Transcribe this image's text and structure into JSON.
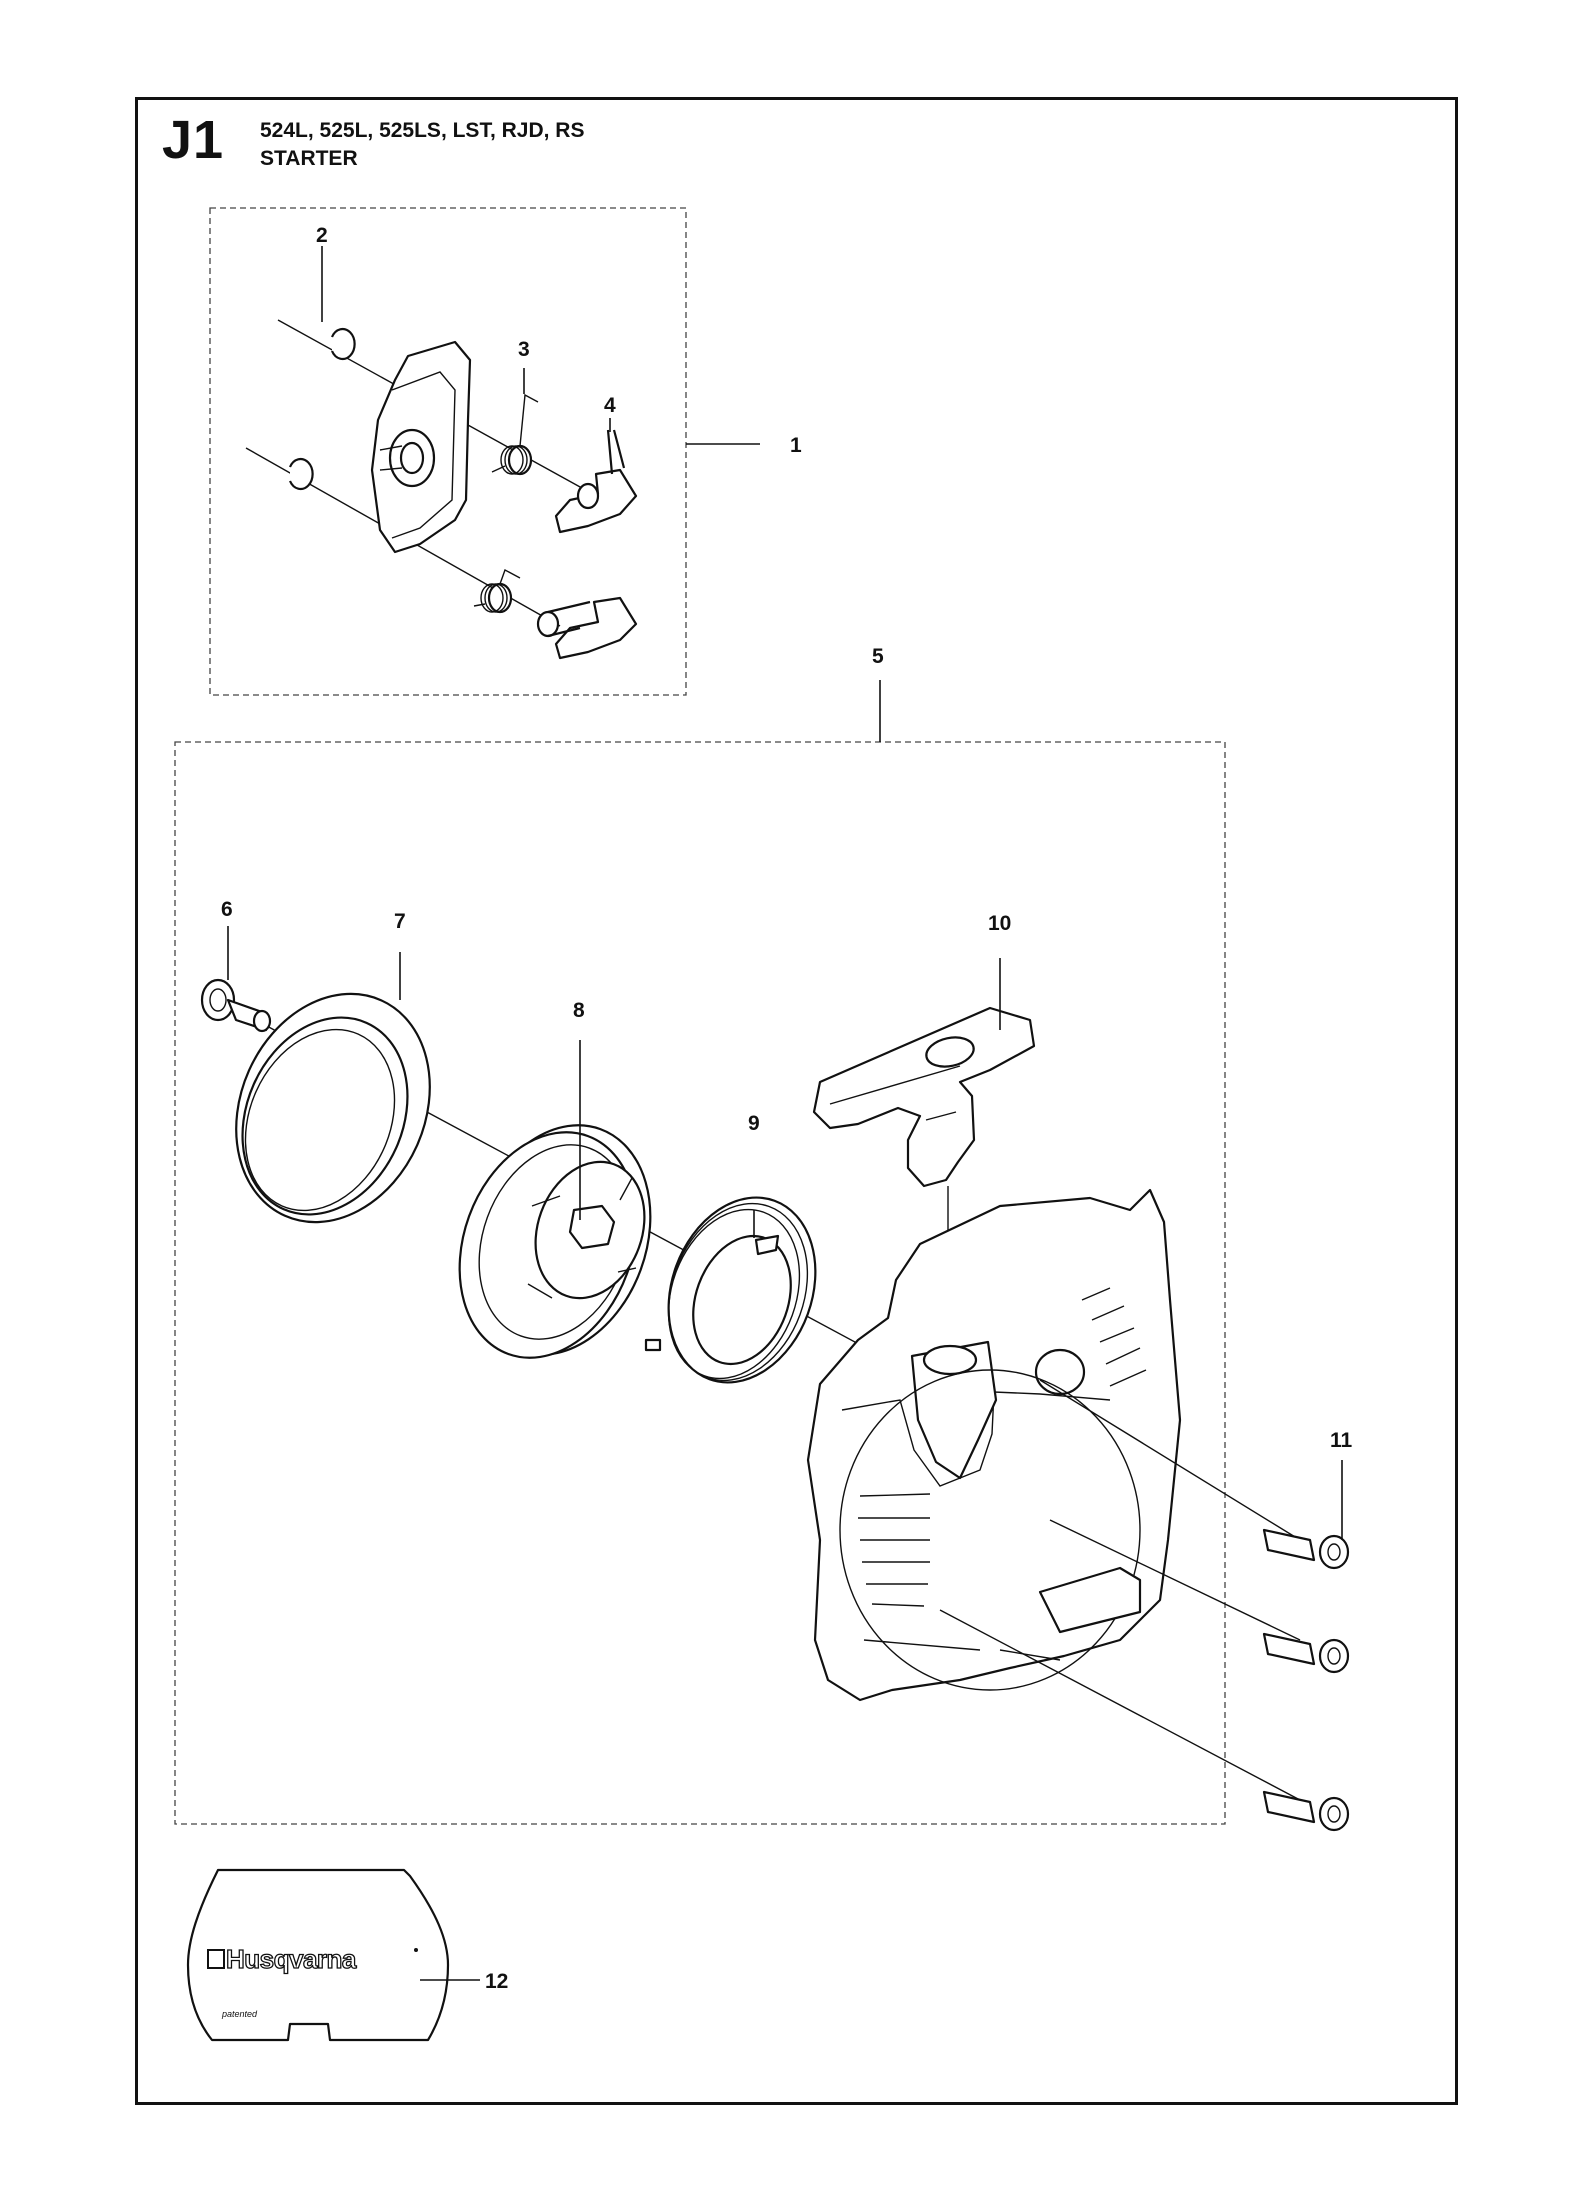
{
  "page": {
    "section_code": "J1",
    "models": "524L, 525L, 525LS, LST, RJD, RS",
    "title": "STARTER"
  },
  "callouts": [
    "1",
    "2",
    "3",
    "4",
    "5",
    "6",
    "7",
    "8",
    "9",
    "10",
    "11",
    "12"
  ],
  "logo": {
    "brand": "Husqvarna",
    "small_text": "patented"
  }
}
